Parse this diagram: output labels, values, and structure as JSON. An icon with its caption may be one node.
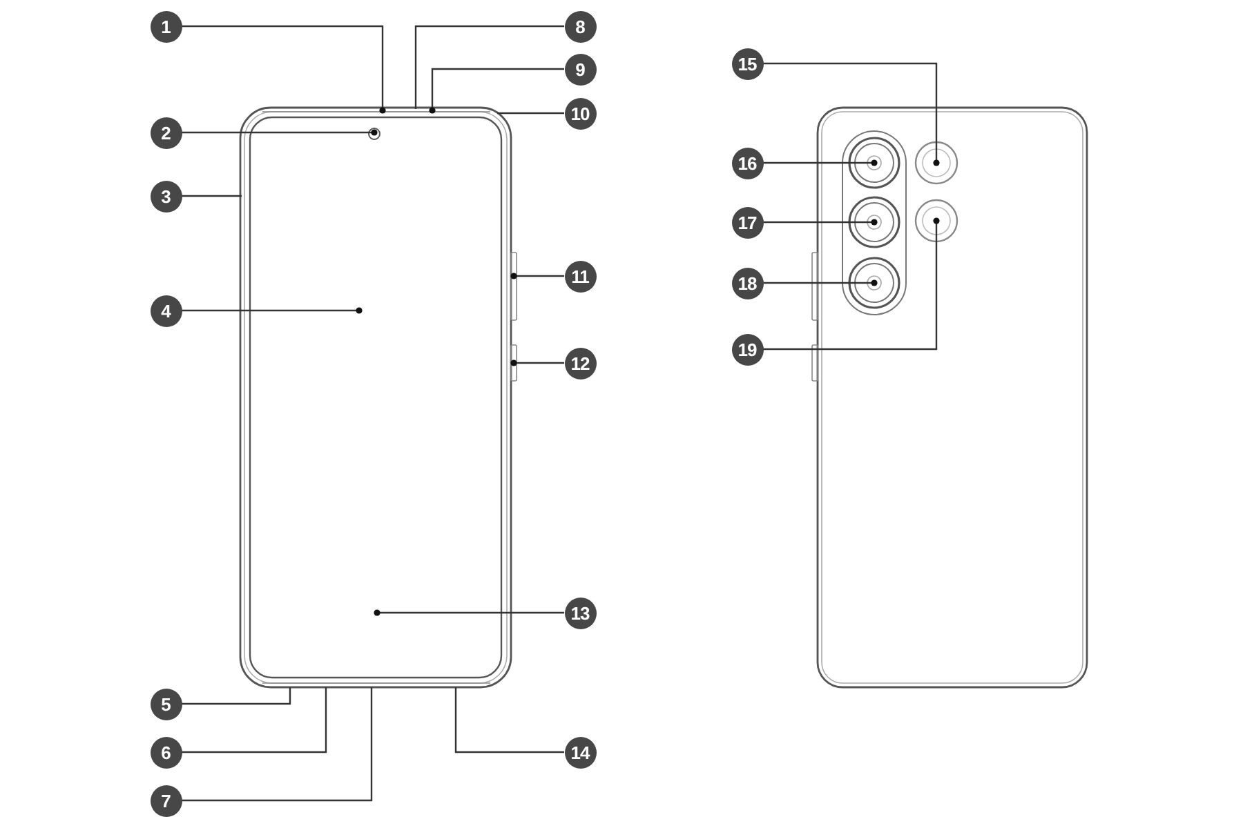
{
  "diagram": {
    "nodes": [
      {
        "text": [
          "1"
        ]
      },
      {
        "text": [
          "2"
        ]
      },
      {
        "text": [
          "3"
        ]
      },
      {
        "text": [
          "4"
        ]
      },
      {
        "text": [
          "5"
        ]
      },
      {
        "text": [
          "6"
        ]
      },
      {
        "text": [
          "7"
        ]
      },
      {
        "text": [
          "8"
        ]
      },
      {
        "text": [
          "9"
        ]
      },
      {
        "text": [
          "10"
        ]
      },
      {
        "text": [
          "11"
        ]
      },
      {
        "text": [
          "12"
        ]
      },
      {
        "text": [
          "13"
        ]
      },
      {
        "text": [
          "14"
        ]
      },
      {
        "text": [
          "15"
        ]
      },
      {
        "text": [
          "16"
        ]
      },
      {
        "text": [
          "17"
        ]
      },
      {
        "text": [
          "18"
        ]
      },
      {
        "text": [
          "19"
        ]
      }
    ],
    "edges": [
      {
        "from": 0,
        "to": null,
        "arrow": "other"
      },
      {
        "from": 1,
        "to": null,
        "arrow": "other"
      },
      {
        "from": 2,
        "to": null,
        "arrow": "none"
      },
      {
        "from": 3,
        "to": null,
        "arrow": "other"
      },
      {
        "from": 4,
        "to": null,
        "arrow": "none"
      },
      {
        "from": 5,
        "to": null,
        "arrow": "none"
      },
      {
        "from": 6,
        "to": null,
        "arrow": "none"
      },
      {
        "from": 7,
        "to": null,
        "arrow": "none"
      },
      {
        "from": 8,
        "to": null,
        "arrow": "other"
      },
      {
        "from": 9,
        "to": null,
        "arrow": "none"
      },
      {
        "from": 10,
        "to": null,
        "arrow": "other"
      },
      {
        "from": 11,
        "to": null,
        "arrow": "other"
      },
      {
        "from": 12,
        "to": null,
        "arrow": "other"
      },
      {
        "from": 13,
        "to": null,
        "arrow": "none"
      },
      {
        "from": 14,
        "to": null,
        "arrow": "other"
      },
      {
        "from": 15,
        "to": null,
        "arrow": "other"
      },
      {
        "from": 16,
        "to": null,
        "arrow": "other"
      },
      {
        "from": 17,
        "to": null,
        "arrow": "other"
      },
      {
        "from": 18,
        "to": null,
        "arrow": "other"
      }
    ]
  }
}
